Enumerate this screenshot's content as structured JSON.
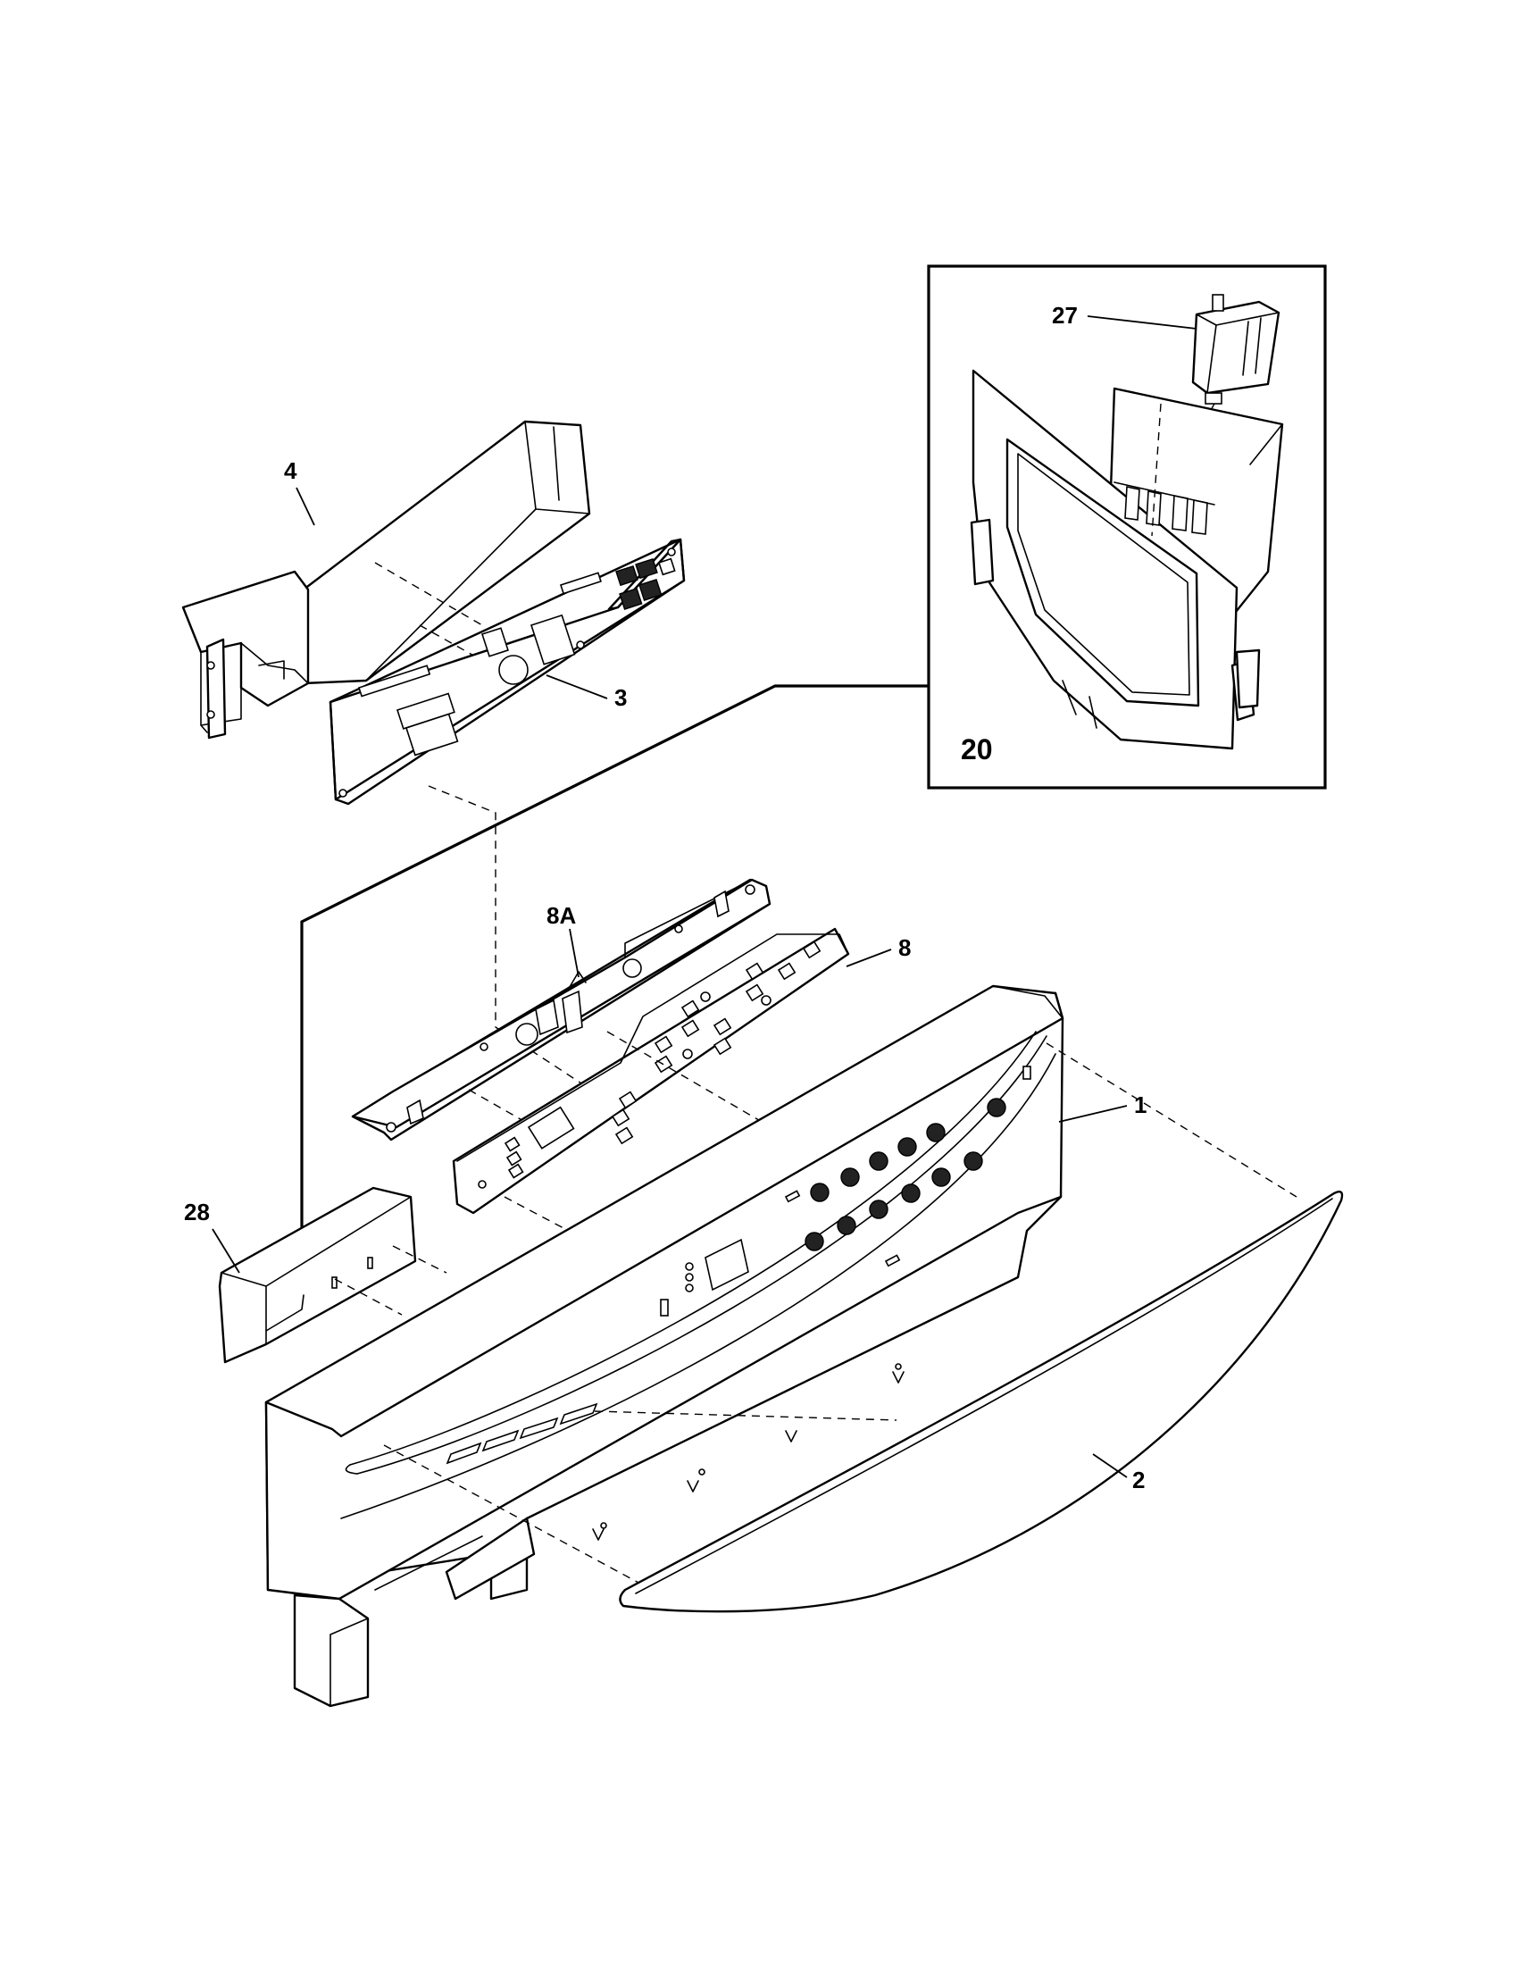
{
  "callouts": {
    "c27": "27",
    "c4": "4",
    "c3": "3",
    "c20": "20",
    "c8A": "8A",
    "c8": "8",
    "c1": "1",
    "c28": "28",
    "c2": "2"
  }
}
